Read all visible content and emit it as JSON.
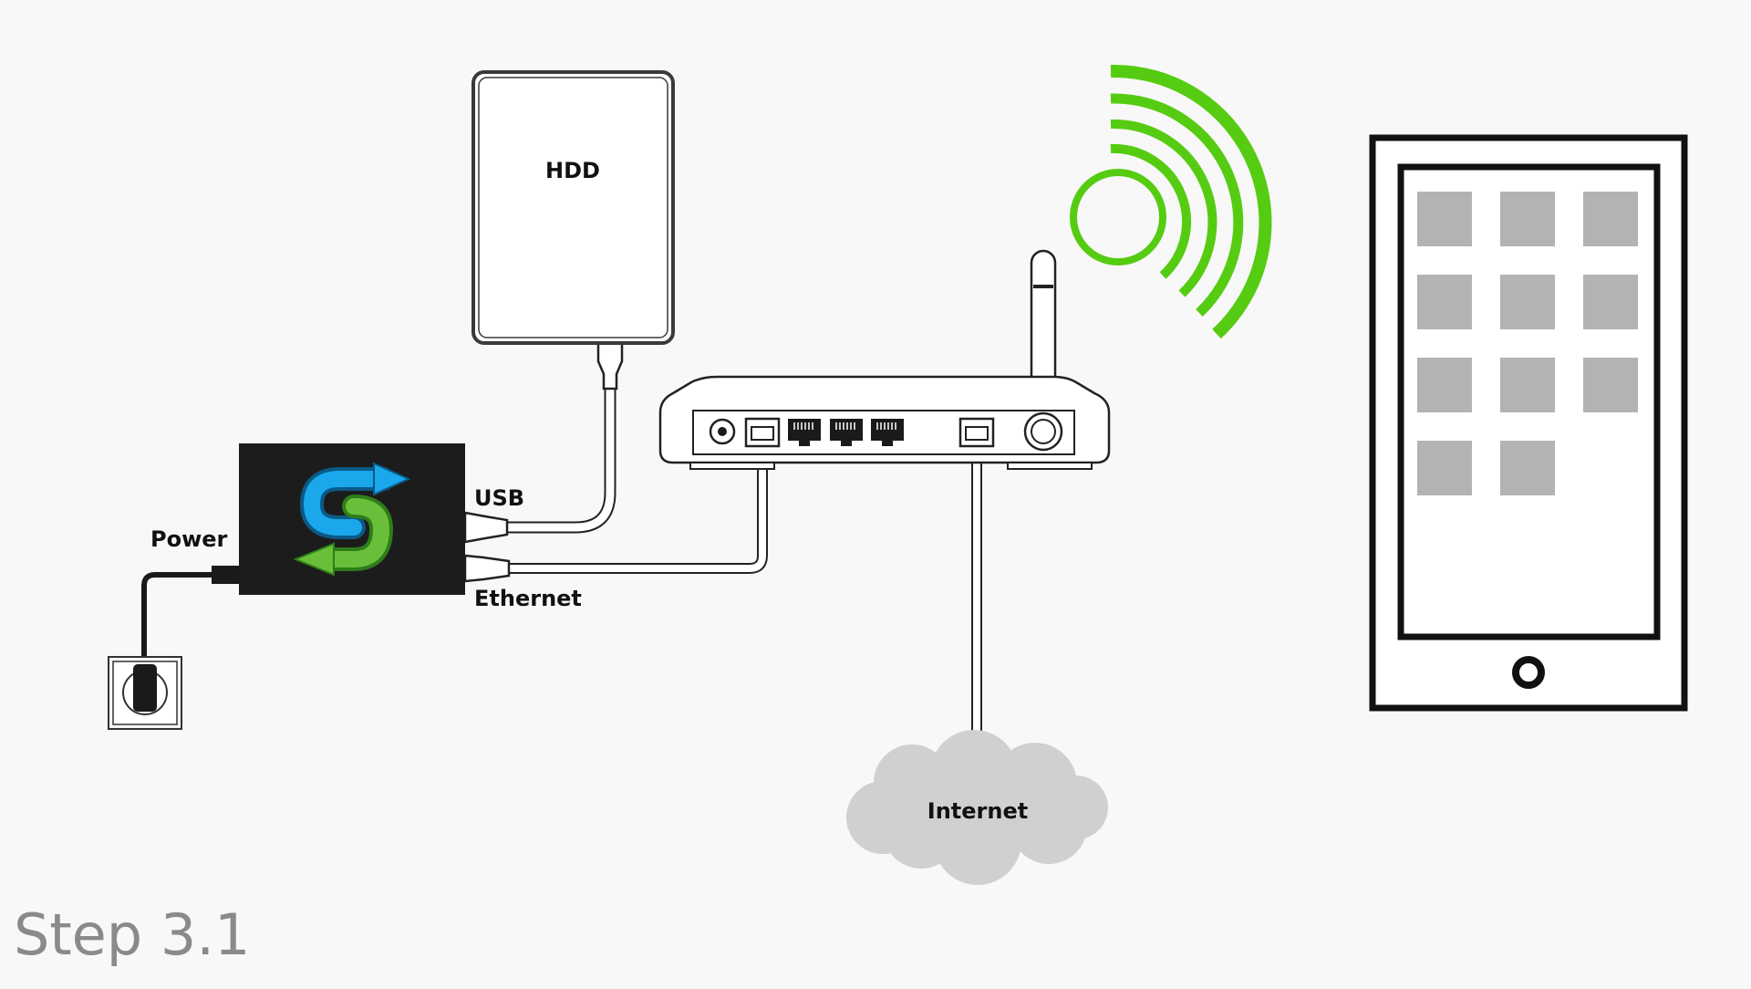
{
  "diagram": {
    "step_label": "Step 3.1",
    "labels": {
      "hdd": "HDD",
      "usb": "USB",
      "power": "Power",
      "ethernet": "Ethernet",
      "internet": "Internet"
    },
    "phone": {
      "app_icon_count": 11,
      "app_icon_color": "#b3b3b3"
    },
    "colors": {
      "wifi": "#55cc11",
      "logo_blue": "#1aa7ec",
      "logo_green": "#6abf3a",
      "device_body": "#1c1c1c",
      "cloud": "#d0d0ce",
      "outline": "#222222",
      "background": "#f8f8f8"
    }
  }
}
